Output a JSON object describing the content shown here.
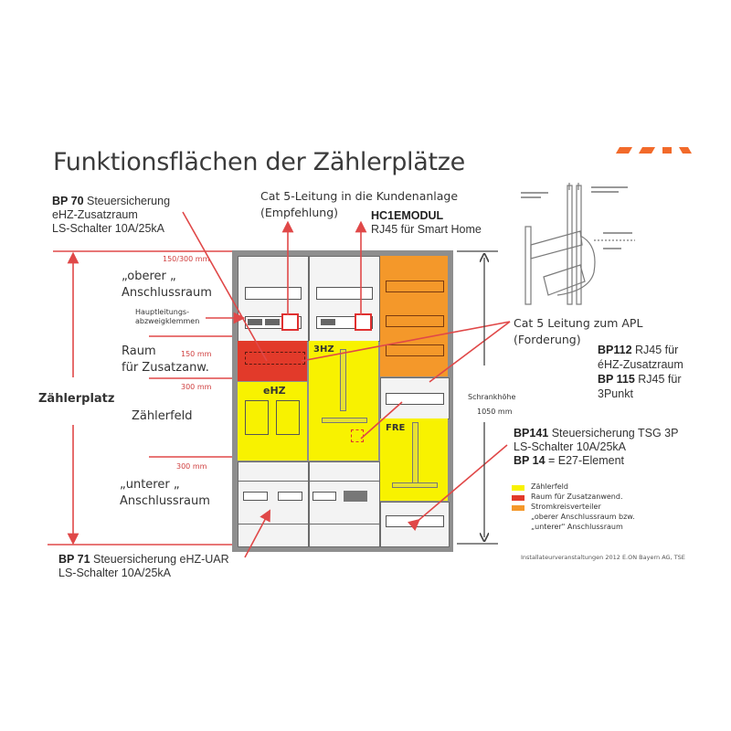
{
  "title": "Funktionsflächen der Zählerplätze",
  "labels": {
    "bp70_bold": "BP 70",
    "bp70_rest": " Steuersicherung",
    "bp70_line2": "eHZ-Zusatzraum",
    "bp70_line3": "LS-Schalter 10A/25kA",
    "cat5_line1": "Cat 5-Leitung in die Kundenanlage",
    "cat5_line2": "(Empfehlung)",
    "hc1_bold": "HC1EMODUL",
    "hc1_line2": "RJ45 für Smart Home",
    "oberer_line1": "„oberer „",
    "oberer_line2": "Anschlussraum",
    "hauptleitung_line1": "Hauptleitungs-",
    "hauptleitung_line2": "abzweigklemmen",
    "raum_line1": "Raum",
    "raum_line2": "für Zusatzanw.",
    "zaehlerplatz": "Zählerplatz",
    "zaehlerfeld": "Zählerfeld",
    "unterer_line1": "„unterer „",
    "unterer_line2": "Anschlussraum",
    "bp71_bold": "BP 71",
    "bp71_rest": " Steuersicherung eHZ-UAR",
    "bp71_line2": "LS-Schalter 10A/25kA",
    "cat5apl_line1": "Cat 5 Leitung zum APL",
    "cat5apl_line2": "(Forderung)",
    "bp112_bold": "BP112",
    "bp112_rest": " RJ45 für",
    "bp112_line2": "éHZ-Zusatzraum",
    "bp115_bold": "BP 115",
    "bp115_rest": " RJ45 für",
    "bp115_line2": "3Punkt",
    "schrank_line1": "Schrankhöhe",
    "schrank_line2": "1050 mm",
    "bp141_bold": "BP141",
    "bp141_rest": " Steuersicherung TSG 3P",
    "bp141_line2": "LS-Schalter 10A/25kA",
    "bp14_bold": "BP 14",
    "bp14_rest": " = E27-Element",
    "footer": "Installateurveranstaltungen 2012   E.ON Bayern AG, TSE"
  },
  "dimensions": {
    "d1": "150/300 mm",
    "d2": "150 mm",
    "d3": "300 mm",
    "d4": "300 mm"
  },
  "cabinet": {
    "ehz": "eHZ",
    "hz3": "3HZ",
    "fre": "FRE"
  },
  "legend": [
    {
      "color": "#f8f200",
      "label": "Zählerfeld"
    },
    {
      "color": "#e23a2a",
      "label": "Raum für Zusatzanwend."
    },
    {
      "color": "#f4982a",
      "label": "Stromkreisverteiler"
    },
    {
      "color": "",
      "label": "„oberer Anschlussraum bzw."
    },
    {
      "color": "",
      "label": "„unterer\" Anschlussraum"
    }
  ],
  "colors": {
    "yellow": "#f8f200",
    "red": "#e23a2a",
    "orange": "#f4982a",
    "annotation_red": "#e04848"
  }
}
